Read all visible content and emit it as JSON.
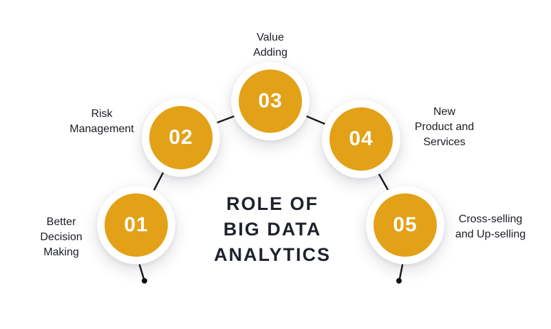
{
  "title": {
    "text": "ROLE OF\nBIG DATA\nANALYTICS"
  },
  "colors": {
    "accent": "#E2A117",
    "connector": "#1a1a1a",
    "title_text": "#1e222b",
    "label_text": "#191c22",
    "number_text": "#ffffff"
  },
  "items": [
    {
      "number": "01",
      "label": "Better\nDecision\nMaking"
    },
    {
      "number": "02",
      "label": "Risk\nManagement"
    },
    {
      "number": "03",
      "label": "Value\nAdding"
    },
    {
      "number": "04",
      "label": "New\nProduct and\nServices"
    },
    {
      "number": "05",
      "label": "Cross-selling\nand Up-selling"
    }
  ]
}
